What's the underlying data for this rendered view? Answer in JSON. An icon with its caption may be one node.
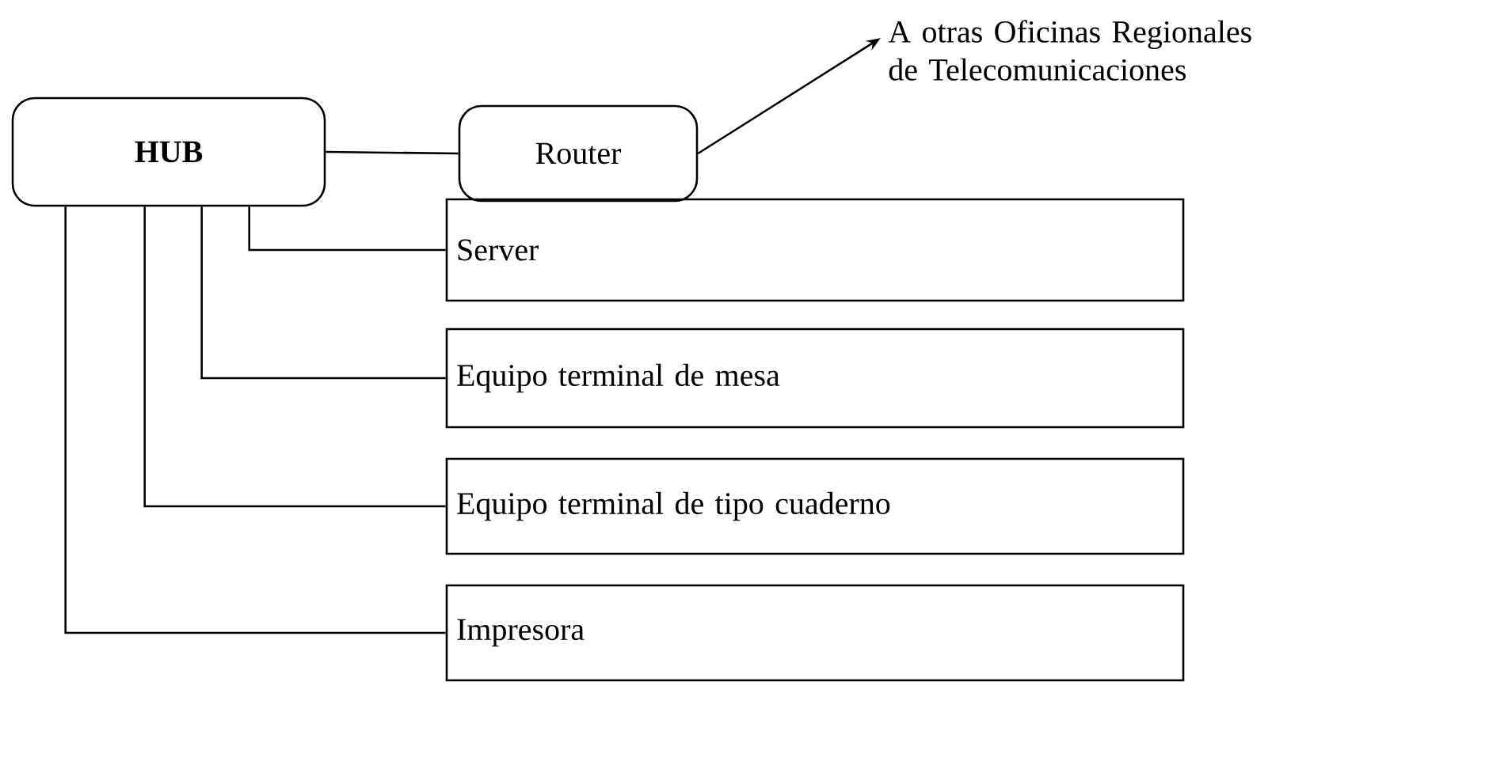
{
  "diagram": {
    "nodes": [
      {
        "text": [
          "HUB"
        ]
      },
      {
        "text": [
          "Router"
        ]
      },
      {
        "text": [
          "Server"
        ]
      },
      {
        "text": [
          "Equipo terminal de mesa"
        ]
      },
      {
        "text": [
          "Equipo terminal de tipo cuaderno"
        ]
      },
      {
        "text": [
          "Impresora"
        ]
      },
      {
        "text": [
          "A otras Oficinas Regionales de Telecomunicaciones"
        ]
      }
    ],
    "edges": [
      {
        "from": 0,
        "to": 1,
        "arrow": "none"
      },
      {
        "from": 1,
        "to": 6,
        "arrow": "to"
      },
      {
        "from": 0,
        "to": 2,
        "arrow": "none"
      },
      {
        "from": 0,
        "to": 3,
        "arrow": "none"
      },
      {
        "from": 0,
        "to": 4,
        "arrow": "none"
      },
      {
        "from": 0,
        "to": 5,
        "arrow": "none"
      }
    ]
  }
}
